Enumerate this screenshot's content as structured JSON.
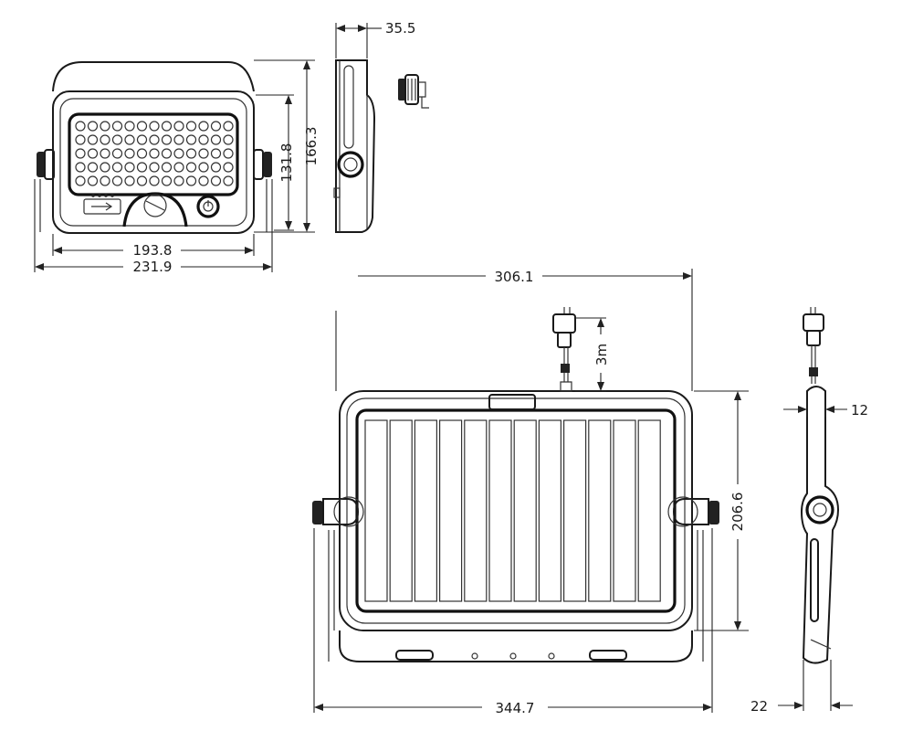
{
  "dimensions": {
    "depth_top": "35.5",
    "height_outer": "166.3",
    "height_inner": "131.8",
    "width_inner_front": "193.8",
    "width_outer_front": "231.9",
    "panel_width": "306.1",
    "cable_length": "3m",
    "panel_height": "206.6",
    "panel_thickness": "12",
    "panel_width_bracket": "344.7",
    "panel_depth_bottom": "22"
  },
  "colors": {
    "line": "#1a1a1a",
    "background": "#ffffff"
  }
}
